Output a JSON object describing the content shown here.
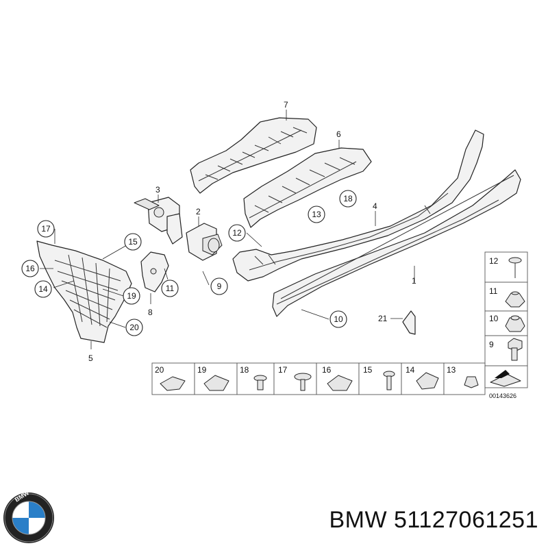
{
  "diagram": {
    "callouts": [
      "1",
      "2",
      "3",
      "4",
      "5",
      "6",
      "7",
      "8",
      "9",
      "10",
      "11",
      "12",
      "13",
      "14",
      "15",
      "16",
      "17",
      "18",
      "19",
      "20",
      "21"
    ],
    "hardware_labels": [
      "12",
      "11",
      "10",
      "9",
      "20",
      "19",
      "18",
      "17",
      "16",
      "15",
      "14",
      "13"
    ],
    "drawing_number": "00143626"
  },
  "footer": {
    "brand": "BMW",
    "part_number": "BMW 51127061251"
  },
  "colors": {
    "line": "#222222",
    "fill": "#f2f2f2",
    "logo_blue": "#2a7fc8"
  }
}
